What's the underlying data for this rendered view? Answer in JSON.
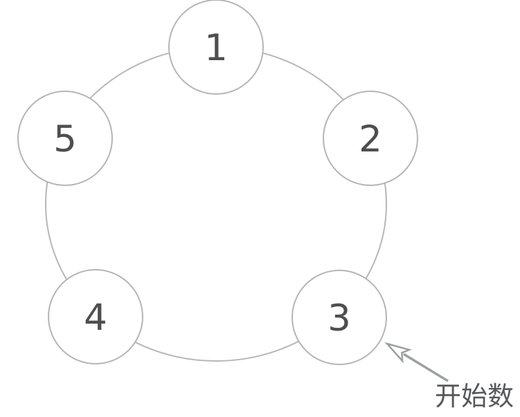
{
  "figure": {
    "description": "Five numbered circles arranged clockwise on a ring; an arrow points to circle 3",
    "nodes": [
      {
        "label": "1",
        "position": "top"
      },
      {
        "label": "2",
        "position": "upper-right"
      },
      {
        "label": "3",
        "position": "lower-right"
      },
      {
        "label": "4",
        "position": "lower-left"
      },
      {
        "label": "5",
        "position": "upper-left"
      }
    ],
    "annotation": {
      "label": "开始数",
      "points_to_node": "3"
    },
    "colors": {
      "background": "#ffffff",
      "ring_stroke": "#b5b8b8",
      "node_stroke": "#b3b6b6",
      "node_fill": "#ffffff",
      "number_color": "#4e4e50",
      "arrow_color": "#9da0a0",
      "annotation_color": "#57585a"
    }
  }
}
